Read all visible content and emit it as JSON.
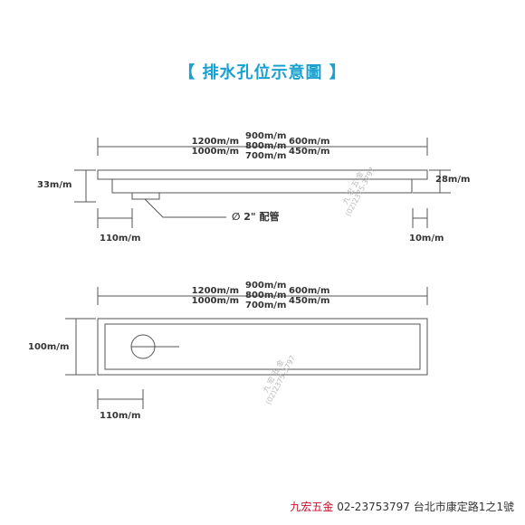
{
  "title": "【 排水孔位示意圖 】",
  "top_view": {
    "lengths_col1": [
      "1200m/m",
      "1000m/m"
    ],
    "lengths_col2": [
      "900m/m",
      "800m/m",
      "700m/m"
    ],
    "lengths_col3": [
      "600m/m",
      "450m/m"
    ],
    "height_left": "33m/m",
    "height_right": "28m/m",
    "offset_left": "110m/m",
    "offset_right": "10m/m",
    "pipe_label": "∅ 2\" 配管"
  },
  "plan_view": {
    "lengths_col1": [
      "1200m/m",
      "1000m/m"
    ],
    "lengths_col2": [
      "900m/m",
      "800m/m",
      "700m/m"
    ],
    "lengths_col3": [
      "600m/m",
      "450m/m"
    ],
    "width_left": "100m/m",
    "offset_left": "110m/m"
  },
  "watermark": {
    "name": "九 宏 五 金",
    "phone": "(02)2375-3797"
  },
  "footer": {
    "brand": "九宏五金",
    "phone": "02-23753797",
    "address": "台北市康定路1之1號"
  }
}
